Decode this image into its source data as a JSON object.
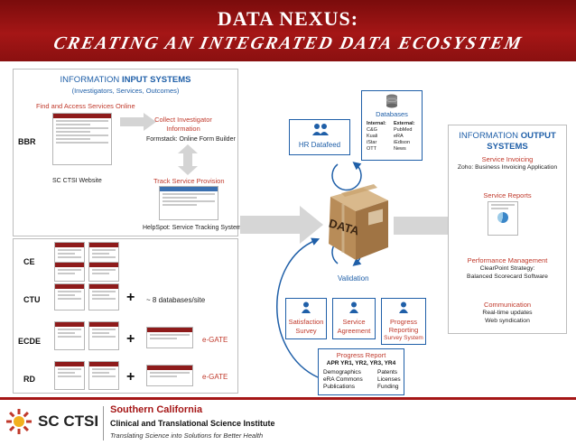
{
  "header": {
    "title": "DATA NEXUS:",
    "subtitle": "CREATING AN INTEGRATED DATA ECOSYSTEM"
  },
  "input_panel": {
    "title_prefix": "INFORMATION ",
    "title_emph": "INPUT SYSTEMS",
    "subtitle": "(Investigators, Services, Outcomes)",
    "find_access": "Find and Access Services Online",
    "bbr": "BBR",
    "website": "SC CTSI Website",
    "collect_line1": "Collect Investigator",
    "collect_line2": "Information",
    "formstack": "Formstack: Online Form Builder",
    "track": "Track Service Provision",
    "helpspot": "HelpSpot: Service Tracking System"
  },
  "rows": [
    {
      "label": "CE",
      "note": ""
    },
    {
      "label": "CTU",
      "note": "~ 8 databases/site"
    },
    {
      "label": "ECDE",
      "note": "e-GATE"
    },
    {
      "label": "RD",
      "note": "e-GATE"
    }
  ],
  "center": {
    "hr_datafeed": "HR Datafeed",
    "databases_title": "Databases",
    "internal_title": "Internal:",
    "internal": [
      "C&G",
      "Kuali",
      "iStar",
      "OTT"
    ],
    "external_title": "External:",
    "external": [
      "PubMed",
      "eRA",
      "iEdison",
      "News"
    ],
    "box_label": "DATA",
    "validation": "Validation",
    "satisfaction_line1": "Satisfaction",
    "satisfaction_line2": "Survey",
    "service_line1": "Service",
    "service_line2": "Agreement",
    "progress_line1": "Progress",
    "progress_line2": "Reporting",
    "progress_line3": "Survey System",
    "report_title": "Progress Report",
    "report_years": "APR YR1, YR2, YR3, YR4",
    "report_left": [
      "Demographics",
      "eRA Commons",
      "Publications"
    ],
    "report_right": [
      "Patents",
      "Licenses",
      "Funding"
    ]
  },
  "output_panel": {
    "title_prefix": "INFORMATION ",
    "title_emph": "OUTPUT",
    "title_line2": "SYSTEMS",
    "invoicing_title": "Service Invoicing",
    "invoicing_desc": "Zoho: Business Invoicing Application",
    "reports_title": "Service Reports",
    "perf_title": "Performance Management",
    "perf_desc1": "ClearPoint Strategy:",
    "perf_desc2": "Balanced Scorecard Software",
    "comm_title": "Communication",
    "comm_desc1": "Real-time updates",
    "comm_desc2": "Web syndication"
  },
  "footer": {
    "logo_text": "SC CTSI",
    "org_line1": "Southern California",
    "org_line2": "Clinical and Translational Science Institute",
    "tagline": "Translating Science into Solutions for Better Health"
  },
  "colors": {
    "header_red": "#a51616",
    "accent_blue": "#1f5fa8",
    "text_red": "#c0392b"
  }
}
